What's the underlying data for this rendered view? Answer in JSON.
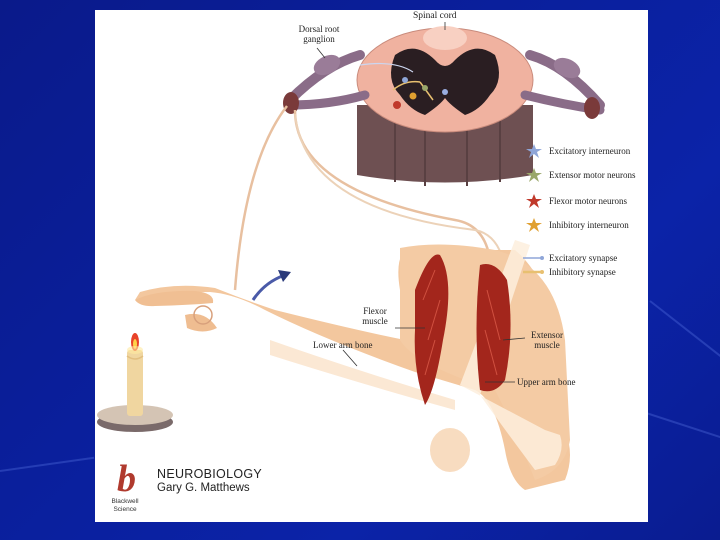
{
  "labels": {
    "spinal_cord": "Spinal cord",
    "dorsal_root_ganglion": [
      "Dorsal root",
      "ganglion"
    ],
    "flexor_muscle": [
      "Flexor",
      "muscle"
    ],
    "extensor_muscle": [
      "Extensor",
      "muscle"
    ],
    "lower_arm_bone": "Lower arm bone",
    "upper_arm_bone": "Upper arm bone"
  },
  "legend": [
    {
      "label": "Excitatory interneuron",
      "symbol": "star",
      "color": "#8fa6d8"
    },
    {
      "label": "Extensor motor neurons",
      "symbol": "star",
      "color": "#9aa76a"
    },
    {
      "label": "Flexor motor neurons",
      "symbol": "star",
      "color": "#c0392b"
    },
    {
      "label": "Inhibitory interneuron",
      "symbol": "star",
      "color": "#e0a030"
    },
    {
      "label": "Excitatory synapse",
      "symbol": "line",
      "color": "#8fa6d8"
    },
    {
      "label": "Inhibitory synapse",
      "symbol": "line",
      "color": "#e8c070"
    }
  ],
  "credit": {
    "logo_letter": "b",
    "publisher": [
      "Blackwell",
      "Science"
    ],
    "title": "NEUROBIOLOGY",
    "author": "Gary G. Matthews"
  },
  "colors": {
    "background": "#0a1f9c",
    "panel": "#ffffff",
    "skin": "#f4c9a0",
    "muscle": "#a3261c",
    "spinal_gray": "#7a5a5a",
    "spinal_white": "#f1b8a6"
  }
}
